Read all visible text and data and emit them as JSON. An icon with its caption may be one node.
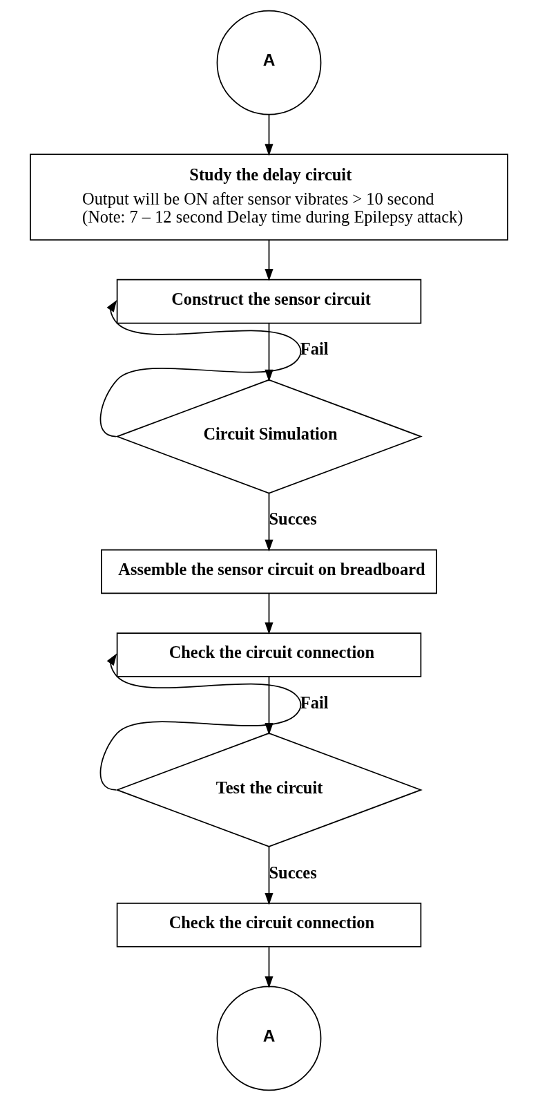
{
  "diagram": {
    "nodes": [
      {
        "text": [
          "A"
        ]
      },
      {
        "text": [
          "Study the delay circuit",
          "Output will be ON after sensor vibrates > 10 second (Note: 7 – 12 second Delay time during Epilepsy attack)"
        ]
      },
      {
        "text": [
          "Construct the sensor circuit"
        ]
      },
      {
        "text": [
          "Circuit Simulation"
        ]
      },
      {
        "text": [
          "Assemble the sensor circuit on breadboard"
        ]
      },
      {
        "text": [
          "Check the circuit connection"
        ]
      },
      {
        "text": [
          "Test the circuit"
        ]
      },
      {
        "text": [
          "Check the circuit connection"
        ]
      },
      {
        "text": [
          "A"
        ]
      }
    ],
    "edges": [
      {
        "from": 0,
        "to": 1,
        "arrow": "to"
      },
      {
        "from": 1,
        "to": 2,
        "arrow": "to"
      },
      {
        "from": 2,
        "to": 3,
        "arrow": "to"
      },
      {
        "from": 3,
        "to": 2,
        "arrow": "to",
        "label": "Fail"
      },
      {
        "from": 3,
        "to": 4,
        "arrow": "to",
        "label": "Succes"
      },
      {
        "from": 4,
        "to": 5,
        "arrow": "to"
      },
      {
        "from": 5,
        "to": 6,
        "arrow": "to"
      },
      {
        "from": 6,
        "to": 5,
        "arrow": "to",
        "label": "Fail"
      },
      {
        "from": 6,
        "to": 7,
        "arrow": "to",
        "label": "Succes"
      },
      {
        "from": 7,
        "to": 8,
        "arrow": "to"
      }
    ]
  }
}
